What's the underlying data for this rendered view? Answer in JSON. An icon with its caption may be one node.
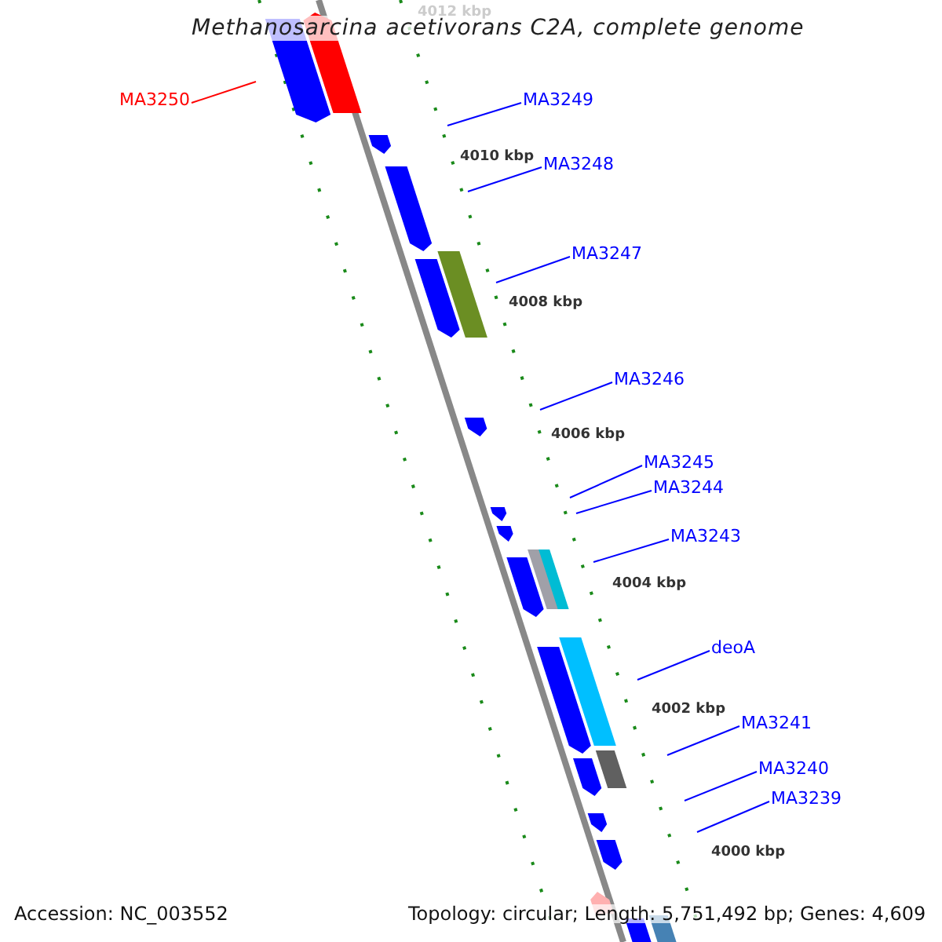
{
  "diagram": {
    "title": "Methanosarcina acetivorans C2A, complete genome",
    "nodes": [
      {
        "text": [
          "MA3250"
        ]
      },
      {
        "text": [
          "MA3249"
        ]
      },
      {
        "text": [
          "MA3248"
        ]
      },
      {
        "text": [
          "MA3247"
        ]
      },
      {
        "text": [
          "MA3246"
        ]
      },
      {
        "text": [
          "MA3245"
        ]
      },
      {
        "text": [
          "MA3244"
        ]
      },
      {
        "text": [
          "MA3243"
        ]
      },
      {
        "text": [
          "deoA"
        ]
      },
      {
        "text": [
          "MA3241"
        ]
      },
      {
        "text": [
          "MA3240"
        ]
      },
      {
        "text": [
          "MA3239"
        ]
      }
    ],
    "edges": [
      {
        "from": 0,
        "to": null,
        "arrow": "none",
        "color": "#ff0000"
      },
      {
        "from": 1,
        "to": null,
        "arrow": "none"
      },
      {
        "from": 2,
        "to": null,
        "arrow": "none"
      },
      {
        "from": 3,
        "to": null,
        "arrow": "none"
      },
      {
        "from": 4,
        "to": null,
        "arrow": "none"
      },
      {
        "from": 5,
        "to": null,
        "arrow": "none"
      },
      {
        "from": 6,
        "to": null,
        "arrow": "none"
      },
      {
        "from": 7,
        "to": null,
        "arrow": "none"
      },
      {
        "from": 8,
        "to": null,
        "arrow": "none"
      },
      {
        "from": 9,
        "to": null,
        "arrow": "none"
      },
      {
        "from": 10,
        "to": null,
        "arrow": "none"
      },
      {
        "from": 11,
        "to": null,
        "arrow": "none"
      }
    ],
    "labels": [
      "4012 kbp",
      "4010 kbp",
      "4008 kbp",
      "4006 kbp",
      "4004 kbp",
      "4002 kbp",
      "4000 kbp",
      "Accession: NC_003552",
      "Topology: circular; Length: 5,751,492 bp; Genes: 4,609"
    ]
  }
}
